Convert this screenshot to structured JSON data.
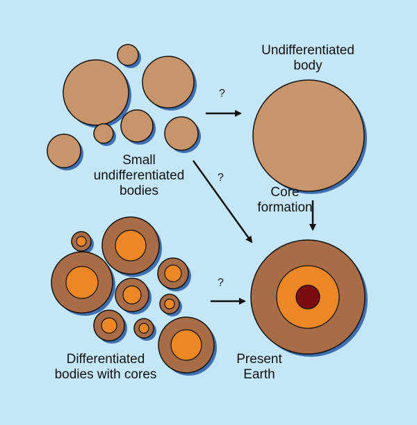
{
  "colors": {
    "background": "#c5e6f7",
    "shadow": "#3f6fb1",
    "undifferentiated": "#c8956a",
    "mantle": "#a86d46",
    "core": "#ec8725",
    "inner_core": "#7a0c12",
    "outline": "#111111"
  },
  "labels": {
    "undifferentiated_body": [
      "Undifferentiated",
      "body"
    ],
    "small_bodies": [
      "Small",
      "undifferentiated",
      "bodies"
    ],
    "core_formation": [
      "Core",
      "formation"
    ],
    "differentiated_bodies": [
      "Differentiated",
      "bodies with cores"
    ],
    "present_earth": [
      "Present",
      "Earth"
    ]
  },
  "question_marks": {
    "top": "?",
    "diagonal": "?",
    "bottom": "?"
  }
}
